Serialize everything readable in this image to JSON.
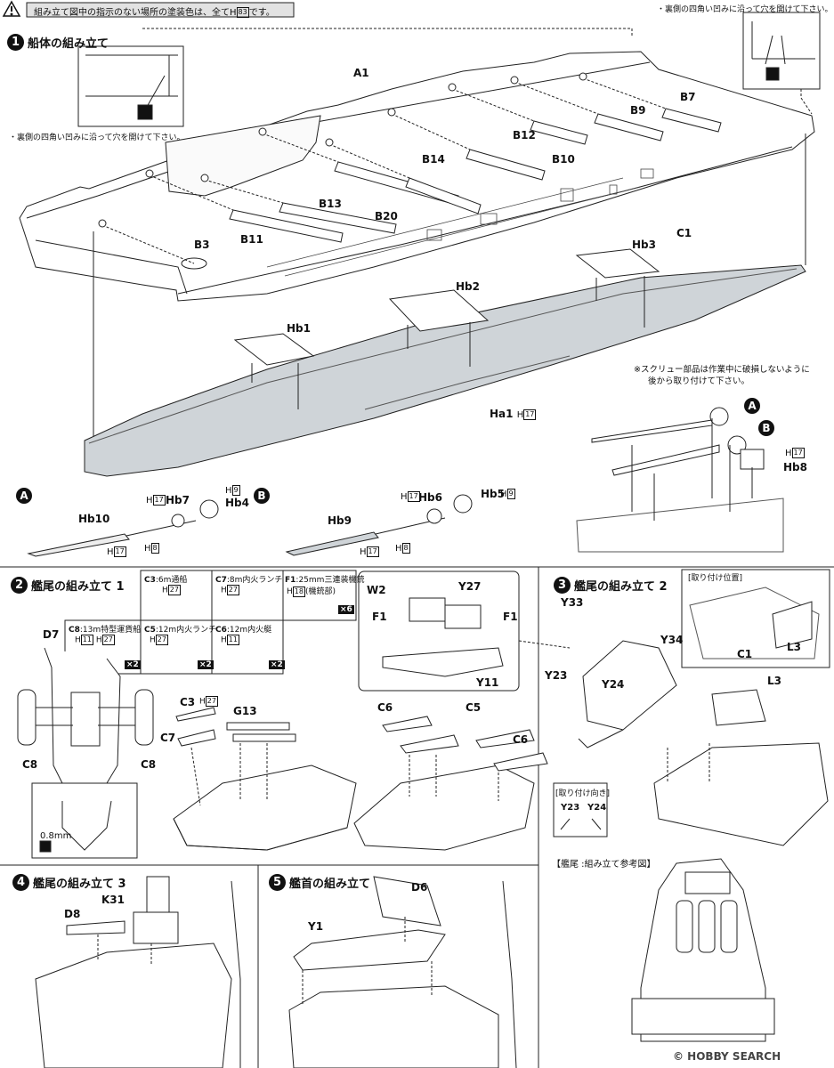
{
  "header": {
    "note": "組み立て図中の指示のない場所の塗装色は、全てH",
    "note_code": "83",
    "note_suffix": "です。"
  },
  "step1": {
    "number": "1",
    "title": "船体の組み立て",
    "note_left": "・裏側の四角い凹みに沿って穴を開けて下さい。",
    "note_right": "・裏側の四角い凹みに沿って穴を開けて下さい。",
    "screw_note_line1": "※スクリュー部品は作業中に破損しないように",
    "screw_note_line2": "後から取り付けて下さい。",
    "parts": {
      "A1": "A1",
      "B3": "B3",
      "B11": "B11",
      "B13": "B13",
      "B20": "B20",
      "B14": "B14",
      "B12": "B12",
      "B10": "B10",
      "B9": "B9",
      "B7": "B7",
      "C1": "C1",
      "Hb1": "Hb1",
      "Hb2": "Hb2",
      "Hb3": "Hb3",
      "Ha1": "Ha1",
      "Hb8": "Hb8",
      "Hb10": "Hb10",
      "Hb7": "Hb7",
      "Hb4": "Hb4",
      "Hb9": "Hb9",
      "Hb6": "Hb6",
      "Hb5": "Hb5"
    },
    "colors": {
      "c17": "17",
      "c9": "9",
      "c8": "8"
    },
    "markers": {
      "a": "A",
      "b": "B"
    }
  },
  "step2": {
    "number": "2",
    "title": "艦尾の組み立て 1",
    "boats": [
      {
        "code": "C3",
        "name": ":6m通船",
        "color": "27"
      },
      {
        "code": "C7",
        "name": ":8m内火ランチ",
        "color": "27"
      },
      {
        "code": "F1",
        "name": ":25mm三連装機銃",
        "color": "18",
        "sub": "(機銃部)",
        "qty": "×6"
      },
      {
        "code": "C8",
        "name": ":13m特型運貨船",
        "color1": "11",
        "color2": "27",
        "qty": "×2"
      },
      {
        "code": "C5",
        "name": ":12m内火ランチ",
        "color": "27",
        "qty": "×2"
      },
      {
        "code": "C6",
        "name": ":12m内火艇",
        "color": "11",
        "qty": "×2"
      }
    ],
    "parts": {
      "D7": "D7",
      "C8a": "C8",
      "C8b": "C8",
      "C3": "C3",
      "C7": "C7",
      "G13": "G13",
      "C6a": "C6",
      "C6b": "C6",
      "C5": "C5",
      "W2": "W2",
      "Y27": "Y27",
      "F1a": "F1",
      "F1b": "F1",
      "Y11": "Y11"
    },
    "drill": "0.8mm",
    "h27": "27"
  },
  "step3": {
    "number": "3",
    "title": "艦尾の組み立て 2",
    "mount_pos": "[取り付け位置]",
    "mount_dir": "[取り付け向き]",
    "reference": "【艦尾 :組み立て参考図】",
    "parts": {
      "Y33": "Y33",
      "Y34": "Y34",
      "Y23": "Y23",
      "Y24": "Y24",
      "L3a": "L3",
      "L3b": "L3",
      "C1": "C1",
      "Y23b": "Y23",
      "Y24b": "Y24"
    }
  },
  "step4": {
    "number": "4",
    "title": "艦尾の組み立て 3",
    "parts": {
      "K31": "K31",
      "D8": "D8"
    }
  },
  "step5": {
    "number": "5",
    "title": "艦首の組み立て",
    "parts": {
      "D6": "D6",
      "Y1": "Y1"
    }
  },
  "watermark": "© HOBBY SEARCH"
}
